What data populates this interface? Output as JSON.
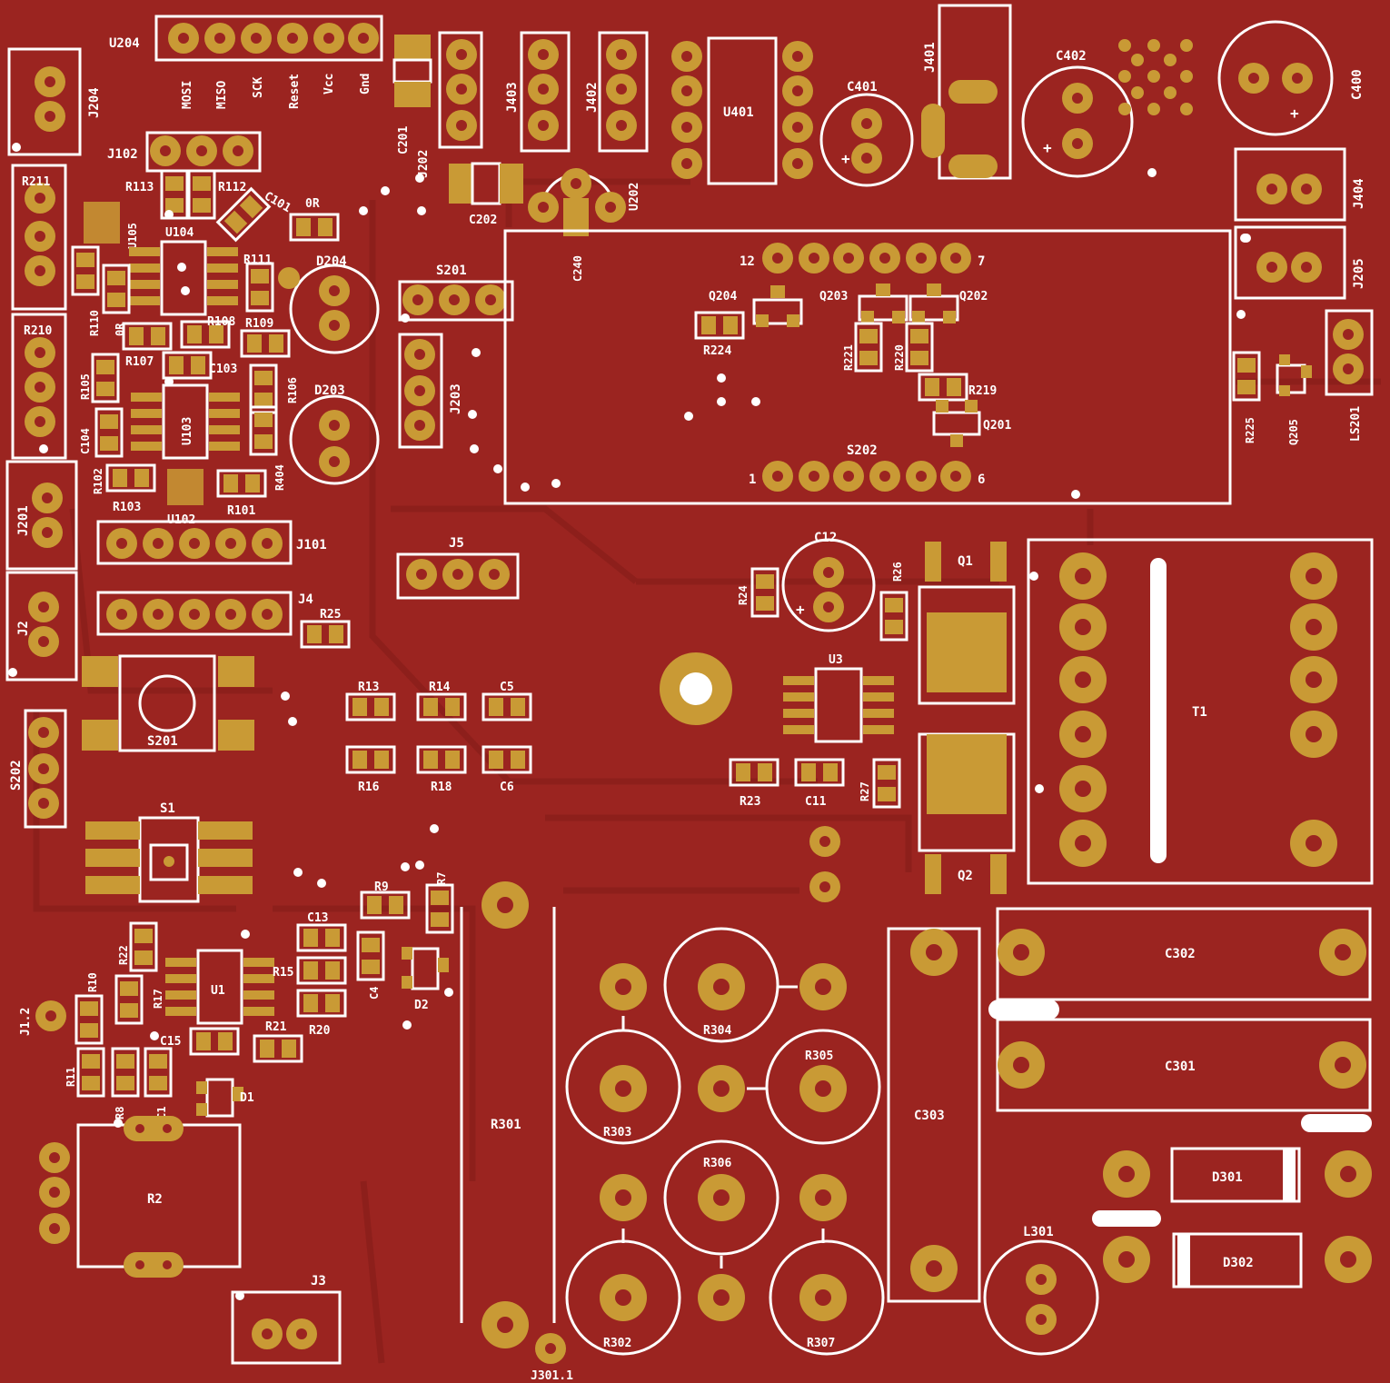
{
  "colors": {
    "board": "#9b2420",
    "copper": "#c99a35",
    "silkscreen": "#ffffff",
    "trace": "#8c1f1b"
  },
  "labels": {
    "U204": "U204",
    "MOSI": "MOSI",
    "MISO": "MISO",
    "SCK": "SCK",
    "Reset": "Reset",
    "Vcc": "Vcc",
    "Gnd": "Gnd",
    "J204": "J204",
    "J102": "J102",
    "R113": "R113",
    "R112": "R112",
    "C101": "C101",
    "R211": "R211",
    "U105": "U105",
    "U104": "U104",
    "R111": "R111",
    "OR_top": "0R",
    "D204": "D204",
    "R110": "R110",
    "OR_left": "0R",
    "R108": "R108",
    "R109": "R109",
    "R210": "R210",
    "R107": "R107",
    "C103": "C103",
    "R105": "R105",
    "R106": "R106",
    "D203": "D203",
    "C104": "C104",
    "U103": "U103",
    "R102": "R102",
    "R103": "R103",
    "U102": "U102",
    "R101": "R101",
    "R404": "R404",
    "J201": "J201",
    "J101": "J101",
    "J2": "J2",
    "J4": "J4",
    "R25": "R25",
    "S202": "S202",
    "S201_left": "S201",
    "S1": "S1",
    "C201": "C201",
    "J202": "J202",
    "J403": "J403",
    "J402": "J402",
    "U401": "U401",
    "C401": "C401",
    "J401": "J401",
    "C402": "C402",
    "C400": "C400",
    "C202": "C202",
    "C240": "C240",
    "U202": "U202",
    "J404": "J404",
    "J205": "J205",
    "S201_mid": "S201",
    "J203": "J203",
    "pin12": "12",
    "pin7": "7",
    "pin1": "1",
    "pin6": "6",
    "Q204": "Q204",
    "Q203": "Q203",
    "Q202": "Q202",
    "R224": "R224",
    "R221": "R221",
    "R220": "R220",
    "R219": "R219",
    "Q201": "Q201",
    "S202_mid": "S202",
    "R225": "R225",
    "Q205": "Q205",
    "LS201": "LS201",
    "J5": "J5",
    "C12": "C12",
    "R24": "R24",
    "R26": "R26",
    "Q1": "Q1",
    "U3": "U3",
    "R23": "R23",
    "C11": "C11",
    "R27": "R27",
    "Q2": "Q2",
    "T1": "T1",
    "R13": "R13",
    "R14": "R14",
    "C5": "C5",
    "R16": "R16",
    "R18": "R18",
    "C6": "C6",
    "R9": "R9",
    "R7": "R7",
    "C13": "C13",
    "R22": "R22",
    "R10": "R10",
    "R17": "R17",
    "U1": "U1",
    "R15": "R15",
    "C4": "C4",
    "D2": "D2",
    "R20": "R20",
    "J1_2": "J1.2",
    "C15": "C15",
    "R21": "R21",
    "R11": "R11",
    "R8": "R8",
    "C1": "C1",
    "D1": "D1",
    "R2": "R2",
    "J3": "J3",
    "R301": "R301",
    "J301_1": "J301.1",
    "R304": "R304",
    "R305": "R305",
    "R303": "R303",
    "R306": "R306",
    "R302": "R302",
    "R307": "R307",
    "C303": "C303",
    "C302": "C302",
    "C301": "C301",
    "D301": "D301",
    "D302": "D302",
    "L301": "L301"
  }
}
